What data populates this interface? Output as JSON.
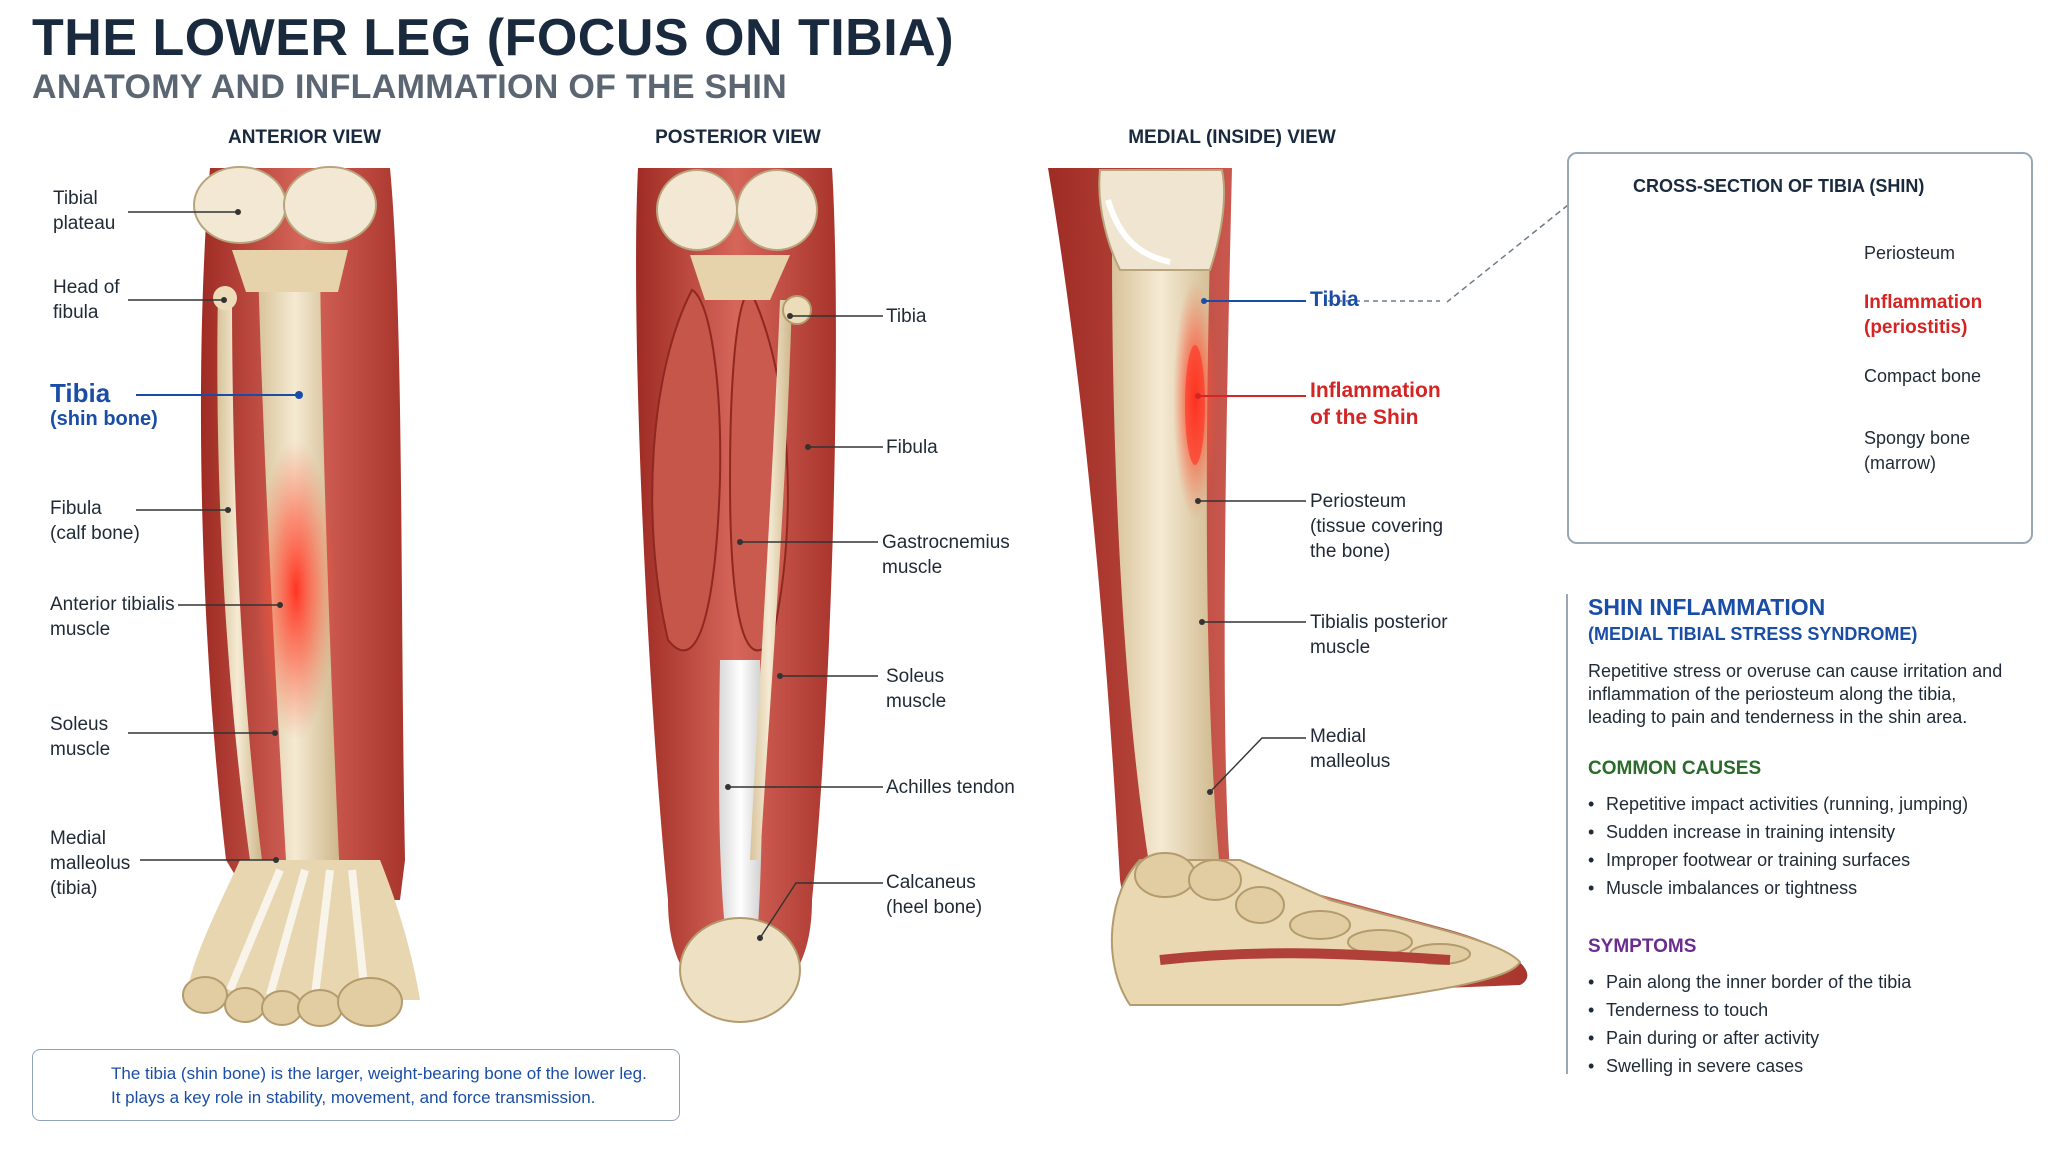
{
  "title": "THE LOWER LEG (FOCUS ON TIBIA)",
  "subtitle": "ANATOMY AND INFLAMMATION OF THE SHIN",
  "views": {
    "anterior": {
      "title": "ANTERIOR VIEW",
      "labels": {
        "tibial_plateau": [
          "Tibial",
          "plateau"
        ],
        "head_fibula": [
          "Head of",
          "fibula"
        ],
        "tibia": "Tibia",
        "tibia_sub": "(shin bone)",
        "fibula": [
          "Fibula",
          "(calf bone)"
        ],
        "anterior_tibialis": [
          "Anterior tibialis",
          "muscle"
        ],
        "soleus": [
          "Soleus",
          "muscle"
        ],
        "medial_malleolus": [
          "Medial",
          "malleolus",
          "(tibia)"
        ]
      }
    },
    "posterior": {
      "title": "POSTERIOR VIEW",
      "labels": {
        "tibia": "Tibia",
        "fibula": "Fibula",
        "gastrocnemius": [
          "Gastrocnemius",
          "muscle"
        ],
        "soleus": [
          "Soleus",
          "muscle"
        ],
        "achilles": "Achilles tendon",
        "calcaneus": [
          "Calcaneus",
          "(heel bone)"
        ]
      }
    },
    "medial": {
      "title": "MEDIAL (INSIDE) VIEW",
      "labels": {
        "tibia": "Tibia",
        "inflammation": [
          "Inflammation",
          "of the Shin"
        ],
        "periosteum": [
          "Periosteum",
          "(tissue covering",
          "the bone)"
        ],
        "tibialis_posterior": [
          "Tibialis posterior",
          "muscle"
        ],
        "medial_malleolus": [
          "Medial",
          "malleolus"
        ]
      }
    }
  },
  "cross_section": {
    "title": "CROSS-SECTION OF TIBIA (SHIN)",
    "labels": {
      "periosteum": "Periosteum",
      "inflammation": [
        "Inflammation",
        "(periostitis)"
      ],
      "compact": "Compact bone",
      "spongy": [
        "Spongy bone",
        "(marrow)"
      ]
    }
  },
  "info": {
    "heading": "SHIN INFLAMMATION",
    "subheading": "(MEDIAL TIBIAL STRESS SYNDROME)",
    "description": [
      "Repetitive stress or overuse can cause irritation and",
      "inflammation of the periosteum along the tibia,",
      "leading to pain and tenderness in the shin area."
    ],
    "causes_title": "COMMON CAUSES",
    "causes": [
      "Repetitive impact activities (running, jumping)",
      "Sudden increase in training intensity",
      "Improper footwear or training surfaces",
      "Muscle imbalances or tightness"
    ],
    "symptoms_title": "SYMPTOMS",
    "symptoms": [
      "Pain along the inner border of the tibia",
      "Tenderness to touch",
      "Pain during or after activity",
      "Swelling in severe cases"
    ]
  },
  "note": [
    "The tibia (shin bone) is the larger, weight-bearing bone of the lower leg.",
    "It plays a key role in stability, movement, and force transmission."
  ],
  "colors": {
    "accent_blue": "#1a4ea6",
    "inflammation_red": "#d42424",
    "causes_green": "#2b6b2a",
    "symptoms_purple": "#6b2c8f",
    "bone": "#ecdcba",
    "muscle": "#c2473d"
  },
  "icons": {
    "note": "shield-plus-icon"
  }
}
